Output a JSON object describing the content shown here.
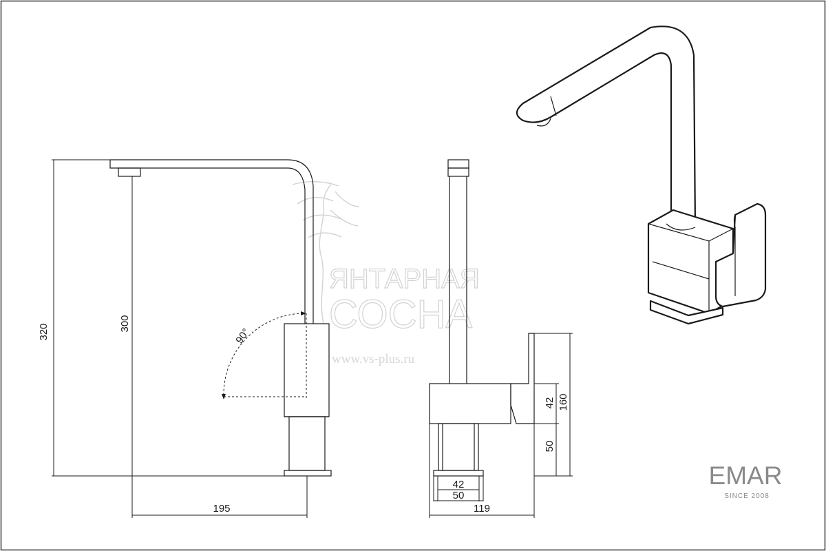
{
  "dimensions": {
    "total_height": "320",
    "spout_height": "300",
    "spout_reach": "195",
    "rotation_angle": "90°",
    "body_depth": "119",
    "body_height": "160",
    "handle_height": "42",
    "base_height": "50",
    "base_inner_width": "42",
    "base_outer_width": "50"
  },
  "watermark": {
    "line1": "ЯНТАРНАЯ",
    "line2": "СОСНА",
    "url": "www.vs-plus.ru"
  },
  "brand": {
    "name": "EMAR",
    "tagline": "SINCE 2008"
  }
}
